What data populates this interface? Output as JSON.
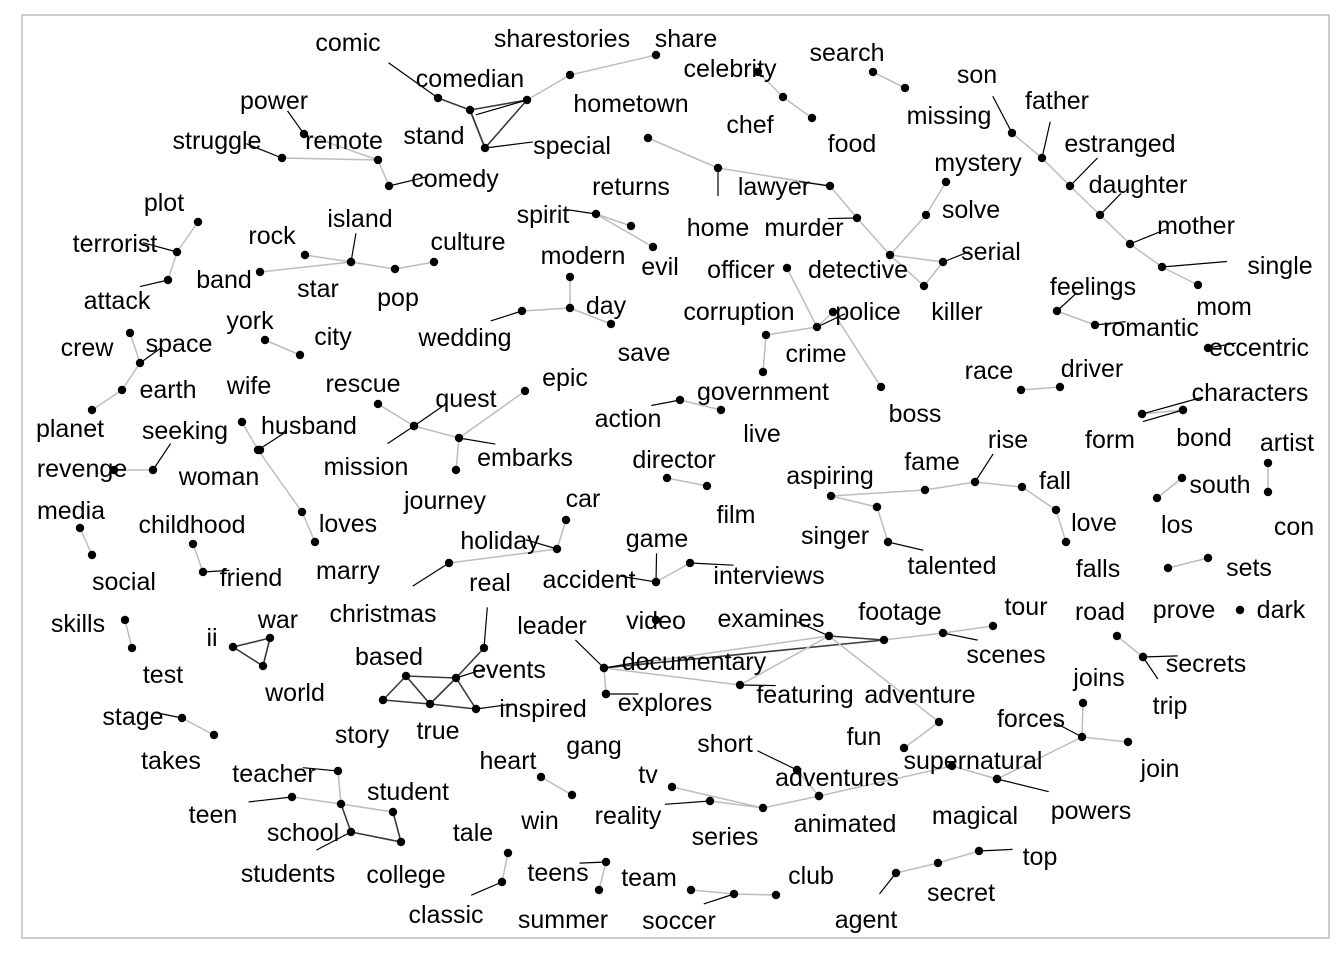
{
  "colors": {
    "panel_border": "#b3b3b3",
    "edge_strong": "#000000",
    "edge_weak": "#bdbdbd",
    "node": "#000000",
    "text": "#000000"
  },
  "words": [
    "comic",
    "comedian",
    "sharestories",
    "share",
    "celebrity",
    "search",
    "son",
    "father",
    "power",
    "struggle",
    "remote",
    "stand",
    "special",
    "hometown",
    "chef",
    "food",
    "missing",
    "estranged",
    "comedy",
    "mystery",
    "daughter",
    "returns",
    "lawyer",
    "plot",
    "spirit",
    "solve",
    "mother",
    "home",
    "murder",
    "terrorist",
    "rock",
    "island",
    "culture",
    "modern",
    "evil",
    "serial",
    "single",
    "star",
    "band",
    "officer",
    "detective",
    "feelings",
    "mom",
    "attack",
    "pop",
    "york",
    "day",
    "corruption",
    "police",
    "killer",
    "romantic",
    "crew",
    "space",
    "city",
    "wedding",
    "save",
    "crime",
    "eccentric",
    "earth",
    "wife",
    "rescue",
    "epic",
    "race",
    "driver",
    "characters",
    "government",
    "quest",
    "planet",
    "seeking",
    "husband",
    "action",
    "live",
    "boss",
    "form",
    "bond",
    "artist",
    "revenge",
    "mission",
    "rise",
    "woman",
    "fame",
    "embarks",
    "director",
    "aspiring",
    "fall",
    "south",
    "media",
    "journey",
    "car",
    "film",
    "childhood",
    "loves",
    "love",
    "los",
    "con",
    "singer",
    "holiday",
    "game",
    "talented",
    "falls",
    "sets",
    "social",
    "friend",
    "marry",
    "interviews",
    "accident",
    "real",
    "christmas",
    "footage",
    "tour",
    "examines",
    "road",
    "prove",
    "dark",
    "skills",
    "war",
    "video",
    "leader",
    "ii",
    "scenes",
    "secrets",
    "test",
    "documentary",
    "based",
    "events",
    "world",
    "joins",
    "featuring",
    "adventure",
    "trip",
    "explores",
    "inspired",
    "stage",
    "forces",
    "story",
    "true",
    "fun",
    "gang",
    "heart",
    "short",
    "supernatural",
    "join",
    "takes",
    "teacher",
    "tv",
    "adventures",
    "student",
    "powers",
    "magical",
    "teen",
    "win",
    "reality",
    "series",
    "animated",
    "school",
    "tale",
    "college",
    "students",
    "teens",
    "team",
    "club",
    "top",
    "classic",
    "summer",
    "soccer",
    "secret",
    "agent"
  ]
}
